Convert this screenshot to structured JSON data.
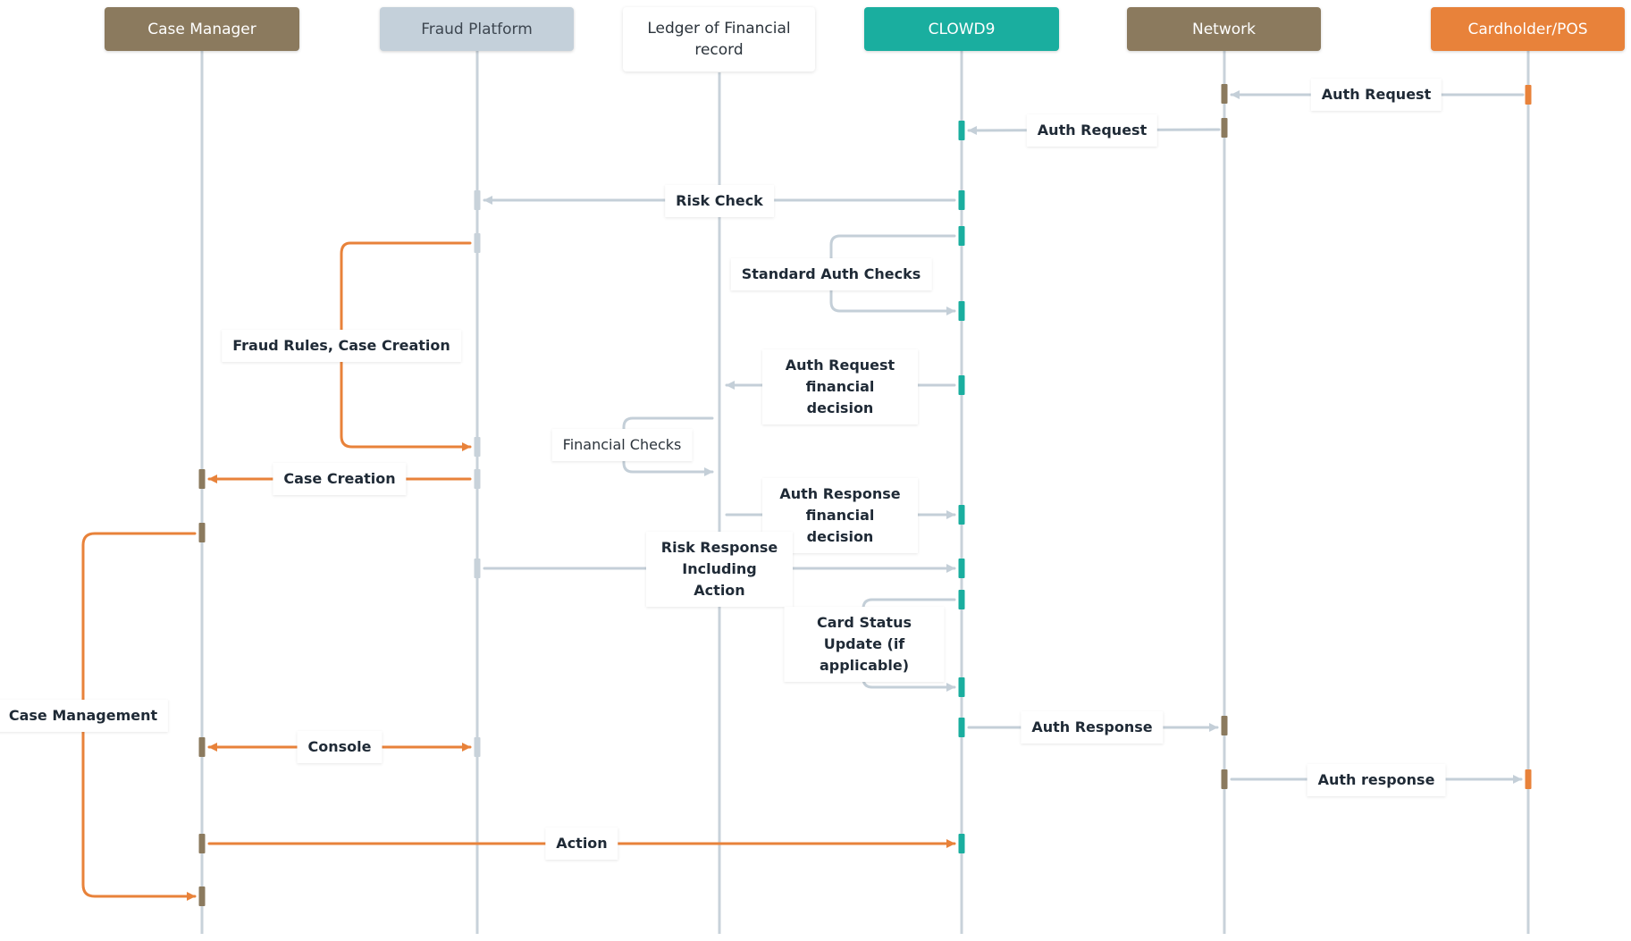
{
  "colors": {
    "lifeline": "#c8d2da",
    "gray_arrow": "#c4cfd8",
    "orange": "#e8823a",
    "teal": "#1aae9f",
    "brown": "#8b7a5e",
    "blue_gray": "#c4d0da"
  },
  "participants": [
    {
      "id": "case_manager",
      "label": "Case Manager"
    },
    {
      "id": "fraud_platform",
      "label": "Fraud Platform"
    },
    {
      "id": "ledger",
      "label": "Ledger of Financial record"
    },
    {
      "id": "clowd9",
      "label": "CLOWD9"
    },
    {
      "id": "network",
      "label": "Network"
    },
    {
      "id": "cardholder",
      "label": "Cardholder/POS"
    }
  ],
  "messages": [
    {
      "id": "auth-request-pos",
      "label": "Auth Request"
    },
    {
      "id": "auth-request-network",
      "label": "Auth Request"
    },
    {
      "id": "risk-check",
      "label": "Risk Check"
    },
    {
      "id": "standard-auth-checks",
      "label": "Standard Auth Checks"
    },
    {
      "id": "fraud-rules-case-creation",
      "label": "Fraud Rules, Case Creation"
    },
    {
      "id": "auth-request-financial-decision",
      "label": "Auth Request financial decision"
    },
    {
      "id": "financial-checks",
      "label": "Financial Checks"
    },
    {
      "id": "case-creation",
      "label": "Case Creation"
    },
    {
      "id": "auth-response-financial-decision",
      "label": "Auth Response financial decision"
    },
    {
      "id": "risk-response",
      "label": "Risk Response Including Action"
    },
    {
      "id": "card-status-update",
      "label": "Card Status Update (if applicable)"
    },
    {
      "id": "case-management",
      "label": "Case Management"
    },
    {
      "id": "auth-response-clowd9",
      "label": "Auth Response"
    },
    {
      "id": "console",
      "label": "Console"
    },
    {
      "id": "auth-response-pos",
      "label": "Auth response"
    },
    {
      "id": "action",
      "label": "Action"
    }
  ]
}
